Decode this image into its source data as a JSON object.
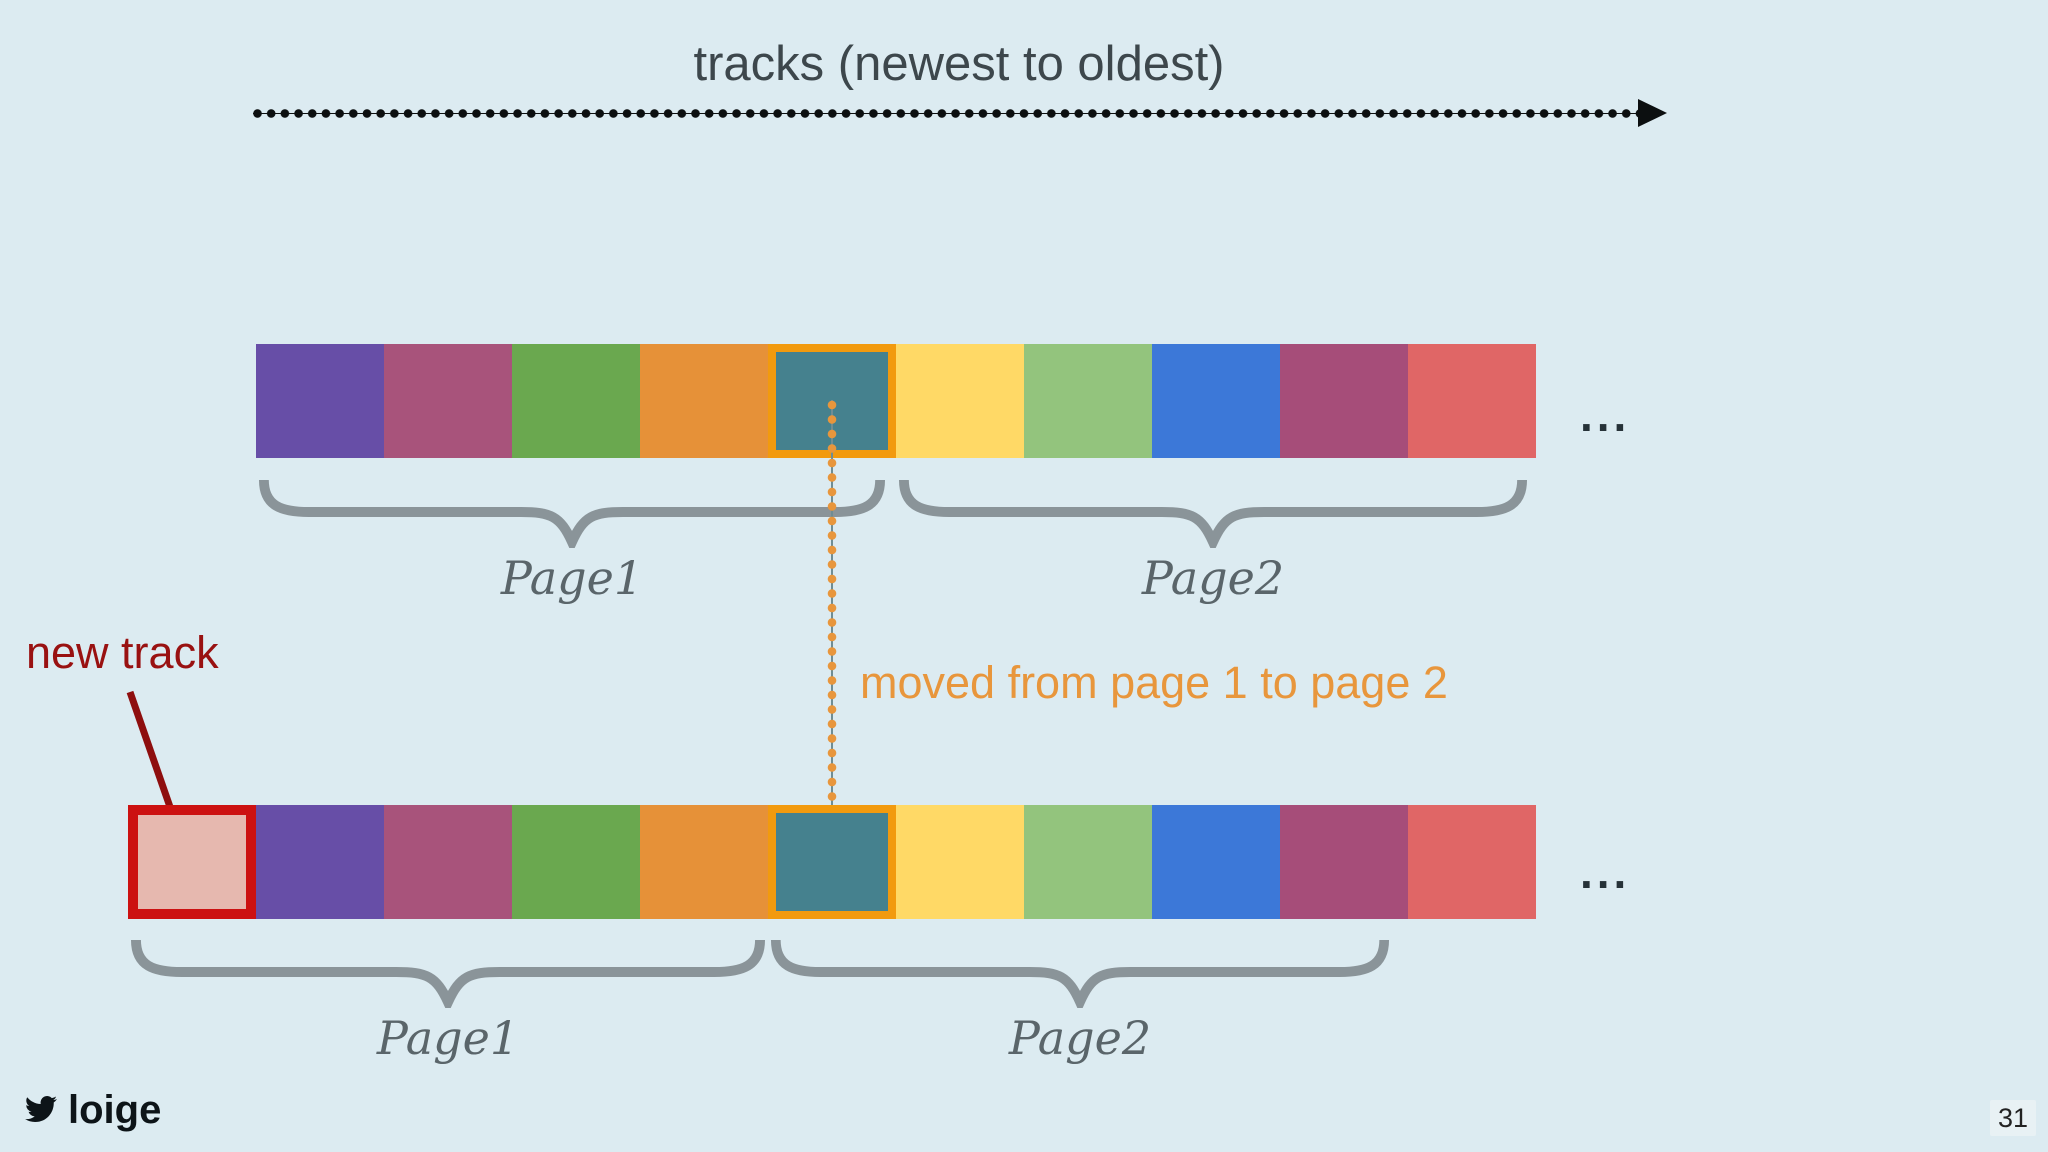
{
  "slide": {
    "background_color": "#dcebf1",
    "page_number": "31"
  },
  "title": {
    "text": "tracks (newest to oldest)",
    "color": "#3d474c"
  },
  "timeline_arrow": {
    "style": "dotted",
    "direction": "right",
    "color": "#0c0f10"
  },
  "annotations": {
    "new_track": {
      "label": "new track",
      "color": "#991111",
      "arrow_color": "#8e0e0e"
    },
    "moved": {
      "label": "moved from page 1 to page 2",
      "color": "#e8963c",
      "arrow_style": "dotted-vertical"
    }
  },
  "colors": {
    "highlight_border": "#f29a0e",
    "new_track_border": "#cc1111",
    "brace": "#8a9499",
    "page_label": "#5a656a",
    "ellipsis": "#263238"
  },
  "bars": {
    "before": {
      "ellipsis": "...",
      "pages": [
        {
          "label": "Page1"
        },
        {
          "label": "Page2"
        }
      ],
      "blocks": [
        {
          "name": "track-purple",
          "color": "#674ea7"
        },
        {
          "name": "track-magenta",
          "color": "#a8537b"
        },
        {
          "name": "track-green",
          "color": "#6aa84f"
        },
        {
          "name": "track-orange",
          "color": "#e69138"
        },
        {
          "name": "track-teal-moved",
          "color": "#45818e",
          "border_color": "#f29a0e",
          "border_width": 8
        },
        {
          "name": "track-yellow",
          "color": "#ffd966"
        },
        {
          "name": "track-light-green",
          "color": "#93c47d"
        },
        {
          "name": "track-blue",
          "color": "#3c78d8"
        },
        {
          "name": "track-plum",
          "color": "#a64d79"
        },
        {
          "name": "track-red",
          "color": "#e06666"
        }
      ]
    },
    "after": {
      "ellipsis": "...",
      "pages": [
        {
          "label": "Page1"
        },
        {
          "label": "Page2"
        }
      ],
      "blocks": [
        {
          "name": "track-new",
          "color": "#e6b8af",
          "border_color": "#cc1111",
          "border_width": 10
        },
        {
          "name": "track-purple",
          "color": "#674ea7"
        },
        {
          "name": "track-magenta",
          "color": "#a8537b"
        },
        {
          "name": "track-green",
          "color": "#6aa84f"
        },
        {
          "name": "track-orange",
          "color": "#e69138"
        },
        {
          "name": "track-teal-moved",
          "color": "#45818e",
          "border_color": "#f29a0e",
          "border_width": 8
        },
        {
          "name": "track-yellow",
          "color": "#ffd966"
        },
        {
          "name": "track-light-green",
          "color": "#93c47d"
        },
        {
          "name": "track-blue",
          "color": "#3c78d8"
        },
        {
          "name": "track-plum",
          "color": "#a64d79"
        },
        {
          "name": "track-red",
          "color": "#e06666"
        }
      ]
    }
  },
  "footer": {
    "icon": "twitter-icon",
    "handle": "loige"
  }
}
